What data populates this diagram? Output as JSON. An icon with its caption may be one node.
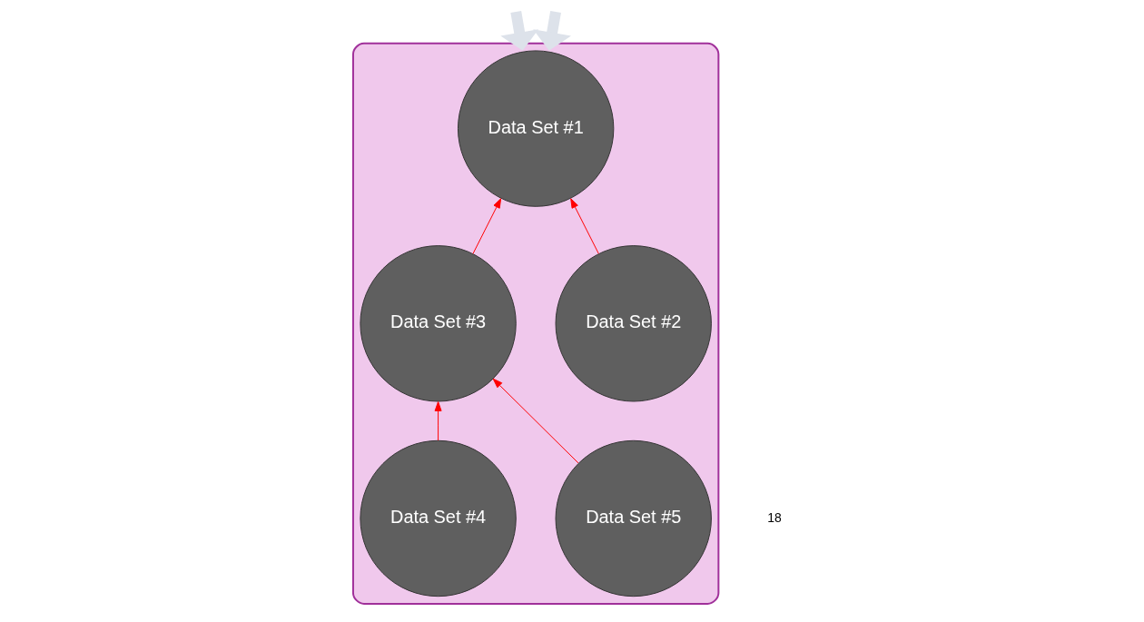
{
  "diagram": {
    "nodes": [
      {
        "text": [],
        "shape": "cylinder"
      },
      {
        "text": [
          "Data Set #1"
        ],
        "in": 0
      },
      {
        "text": [
          "Data Set #5"
        ],
        "in": 0
      },
      {
        "text": [
          "Data Set #2"
        ],
        "in": 0
      },
      {
        "text": [
          "Data Set #3"
        ],
        "in": 0
      },
      {
        "text": [
          "Data Set #4"
        ],
        "in": 0
      }
    ],
    "edges": [
      {
        "from": null,
        "to": 0,
        "arrow": "to",
        "style": "thick",
        "color": "#dde2ea"
      },
      {
        "from": null,
        "to": 0,
        "arrow": "to",
        "style": "thick",
        "color": "#dde2ea"
      },
      {
        "from": 3,
        "to": 1,
        "arrow": "to"
      },
      {
        "from": 4,
        "to": 1,
        "arrow": "to"
      },
      {
        "from": 2,
        "to": 4,
        "arrow": "to"
      },
      {
        "from": 5,
        "to": 4,
        "arrow": "to"
      }
    ],
    "labels": [
      "18"
    ]
  }
}
